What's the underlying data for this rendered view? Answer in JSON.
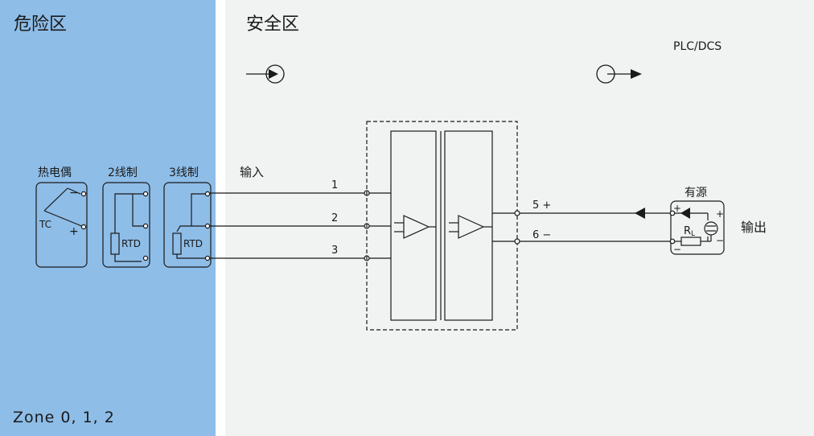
{
  "zones": {
    "hazardous": "危险区",
    "safe": "安全区",
    "hazardous_footer": "Zone  0, 1, 2"
  },
  "labels": {
    "plc": "PLC/DCS",
    "input": "输入",
    "output": "输出",
    "active": "有源",
    "thermocouple": "热电偶",
    "tc": "TC",
    "two_wire": "2线制",
    "three_wire": "3线制",
    "rtd": "RTD",
    "load_r": "R",
    "load_sub": "L"
  },
  "terminals": {
    "t1": "1",
    "t2": "2",
    "t3": "3",
    "t5": "5 +",
    "t6": "6 −"
  },
  "signs": {
    "plus": "+",
    "minus": "−"
  },
  "colors": {
    "hazard_zone": "#8ebde8",
    "safe_zone": "#f1f2f2",
    "line": "#1a1a1a"
  }
}
